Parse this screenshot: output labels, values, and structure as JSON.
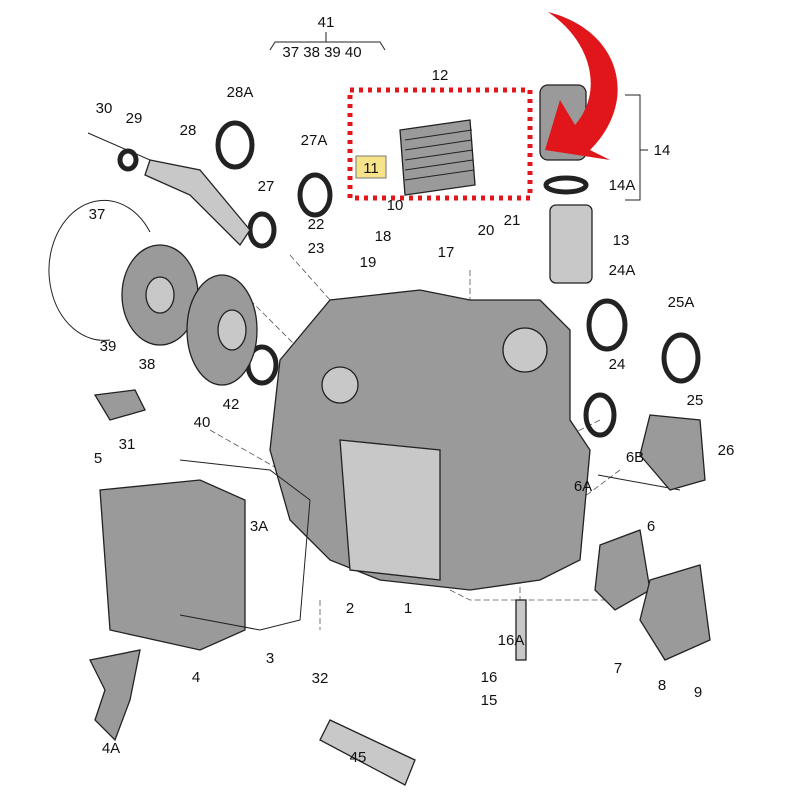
{
  "diagram": {
    "highlight_color": "#e0161b",
    "callout_fill": "#f7e38a",
    "labels": {
      "p41": "41",
      "p37_40": "37 38 39 40",
      "p12": "12",
      "p30": "30",
      "p29": "29",
      "p28A": "28A",
      "p28": "28",
      "p27A": "27A",
      "p27": "27",
      "p11": "11",
      "p10": "10",
      "p14": "14",
      "p14A": "14A",
      "p13": "13",
      "p37": "37",
      "p22": "22",
      "p23": "23",
      "p18": "18",
      "p19": "19",
      "p17": "17",
      "p20": "20",
      "p21": "21",
      "p24A": "24A",
      "p25A": "25A",
      "p39": "39",
      "p38": "38",
      "p42": "42",
      "p40": "40",
      "p24": "24",
      "p25": "25",
      "p26": "26",
      "p6B": "6B",
      "p31": "31",
      "p5": "5",
      "p6A": "6A",
      "p3A": "3A",
      "p6": "6",
      "p2": "2",
      "p1": "1",
      "p16A": "16A",
      "p16": "16",
      "p15": "15",
      "p3": "3",
      "p4": "4",
      "p32": "32",
      "p7": "7",
      "p8": "8",
      "p9": "9",
      "p4A": "4A",
      "p45": "45"
    }
  }
}
